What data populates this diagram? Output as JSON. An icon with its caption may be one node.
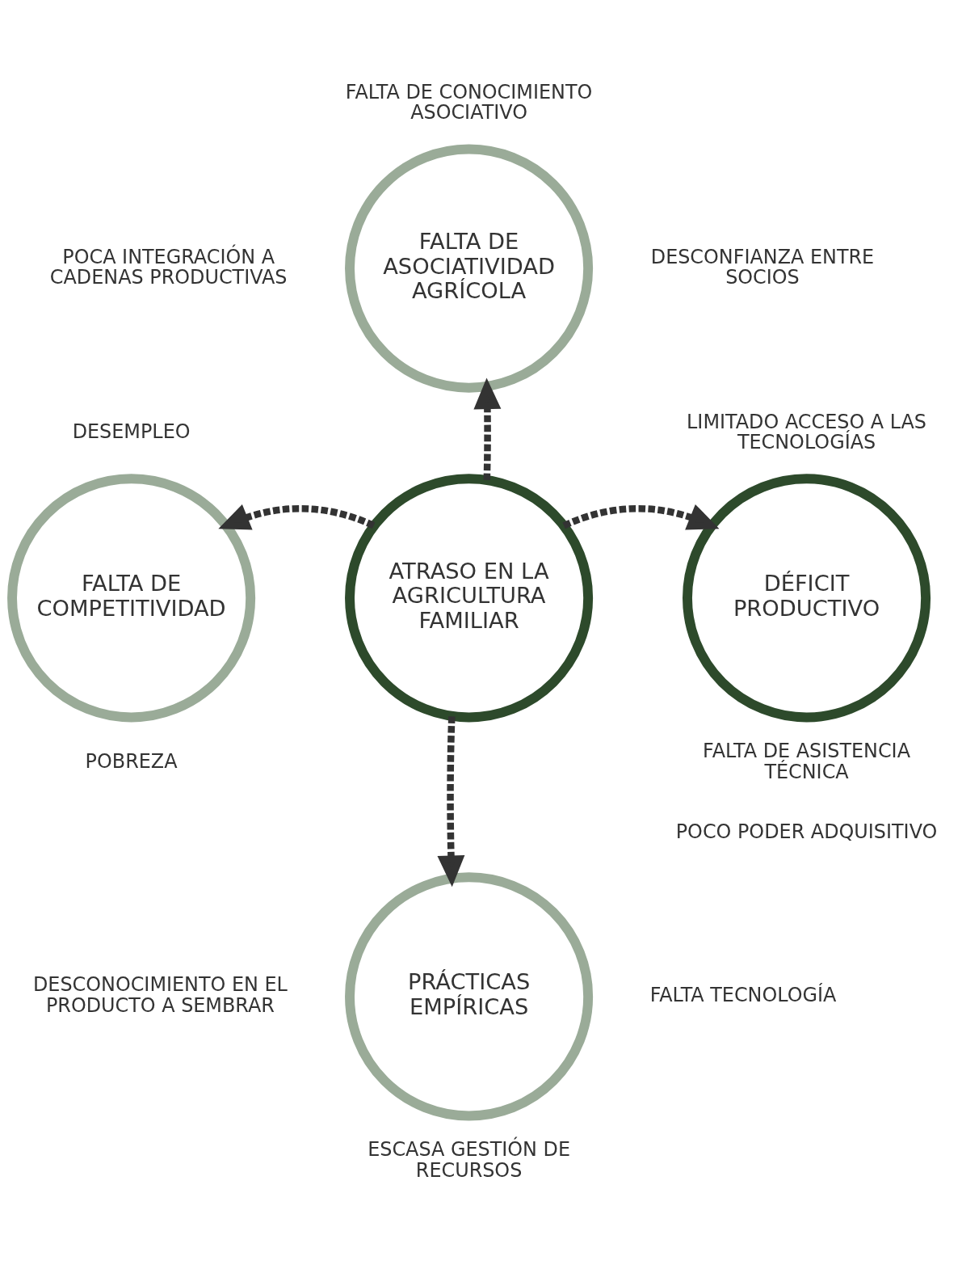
{
  "diagram": {
    "nodes": [
      {
        "text": [
          "FALTA DE ASOCIATIVIDAD AGRÍCOLA"
        ],
        "beside": [
          "FALTA DE CONOCIMIENTO ASOCIATIVO",
          "POCA INTEGRACIÓN A CADENAS PRODUCTIVAS",
          "DESCONFIANZA ENTRE SOCIOS"
        ]
      },
      {
        "text": [
          "FALTA DE COMPETITIVIDAD"
        ],
        "beside": [
          "DESEMPLEO",
          "POBREZA"
        ]
      },
      {
        "text": [
          "ATRASO EN LA AGRICULTURA FAMILIAR"
        ]
      },
      {
        "text": [
          "DÉFICIT PRODUCTIVO"
        ],
        "beside": [
          "LIMITADO ACCESO A LAS TECNOLOGÍAS",
          "FALTA DE ASISTENCIA TÉCNICA",
          "POCO PODER ADQUISITIVO"
        ]
      },
      {
        "text": [
          "PRÁCTICAS EMPÍRICAS"
        ],
        "beside": [
          "DESCONOCIMIENTO EN EL PRODUCTO A SEMBRAR",
          "FALTA TECNOLOGÍA",
          "ESCASA GESTIÓN DE RECURSOS"
        ]
      }
    ],
    "edges": [
      {
        "from": 2,
        "to": 0,
        "arrow": "to",
        "style": "dashed"
      },
      {
        "from": 2,
        "to": 1,
        "arrow": "to",
        "style": "dashed"
      },
      {
        "from": 2,
        "to": 3,
        "arrow": "to",
        "style": "dashed"
      },
      {
        "from": 2,
        "to": 4,
        "arrow": "to",
        "style": "dashed"
      }
    ]
  }
}
